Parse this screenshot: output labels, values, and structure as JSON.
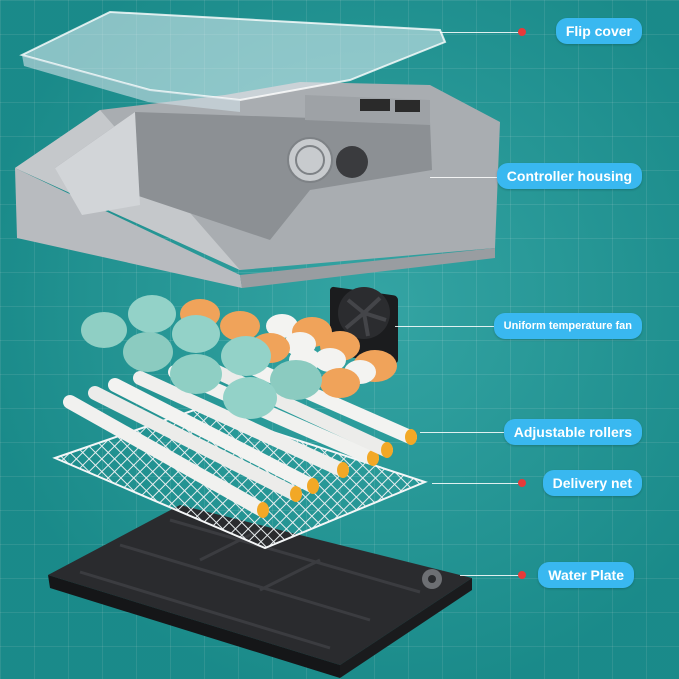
{
  "labels": {
    "flip_cover": "Flip cover",
    "controller_housing": "Controller housing",
    "fan": "Uniform temperature fan",
    "rollers": "Adjustable rollers",
    "delivery_net": "Delivery net",
    "water_plate": "Water Plate"
  },
  "colors": {
    "background": "#1d9a99",
    "label_bg": "#39b8f0",
    "label_text": "#ffffff",
    "marker": "#e63a3a",
    "housing": "#b7babd",
    "egg_blue": "#8fcfc4",
    "egg_orange": "#f0a35a",
    "egg_white": "#f3f3f1",
    "roller_cap": "#f2a826",
    "tray": "#2a2b2e"
  }
}
